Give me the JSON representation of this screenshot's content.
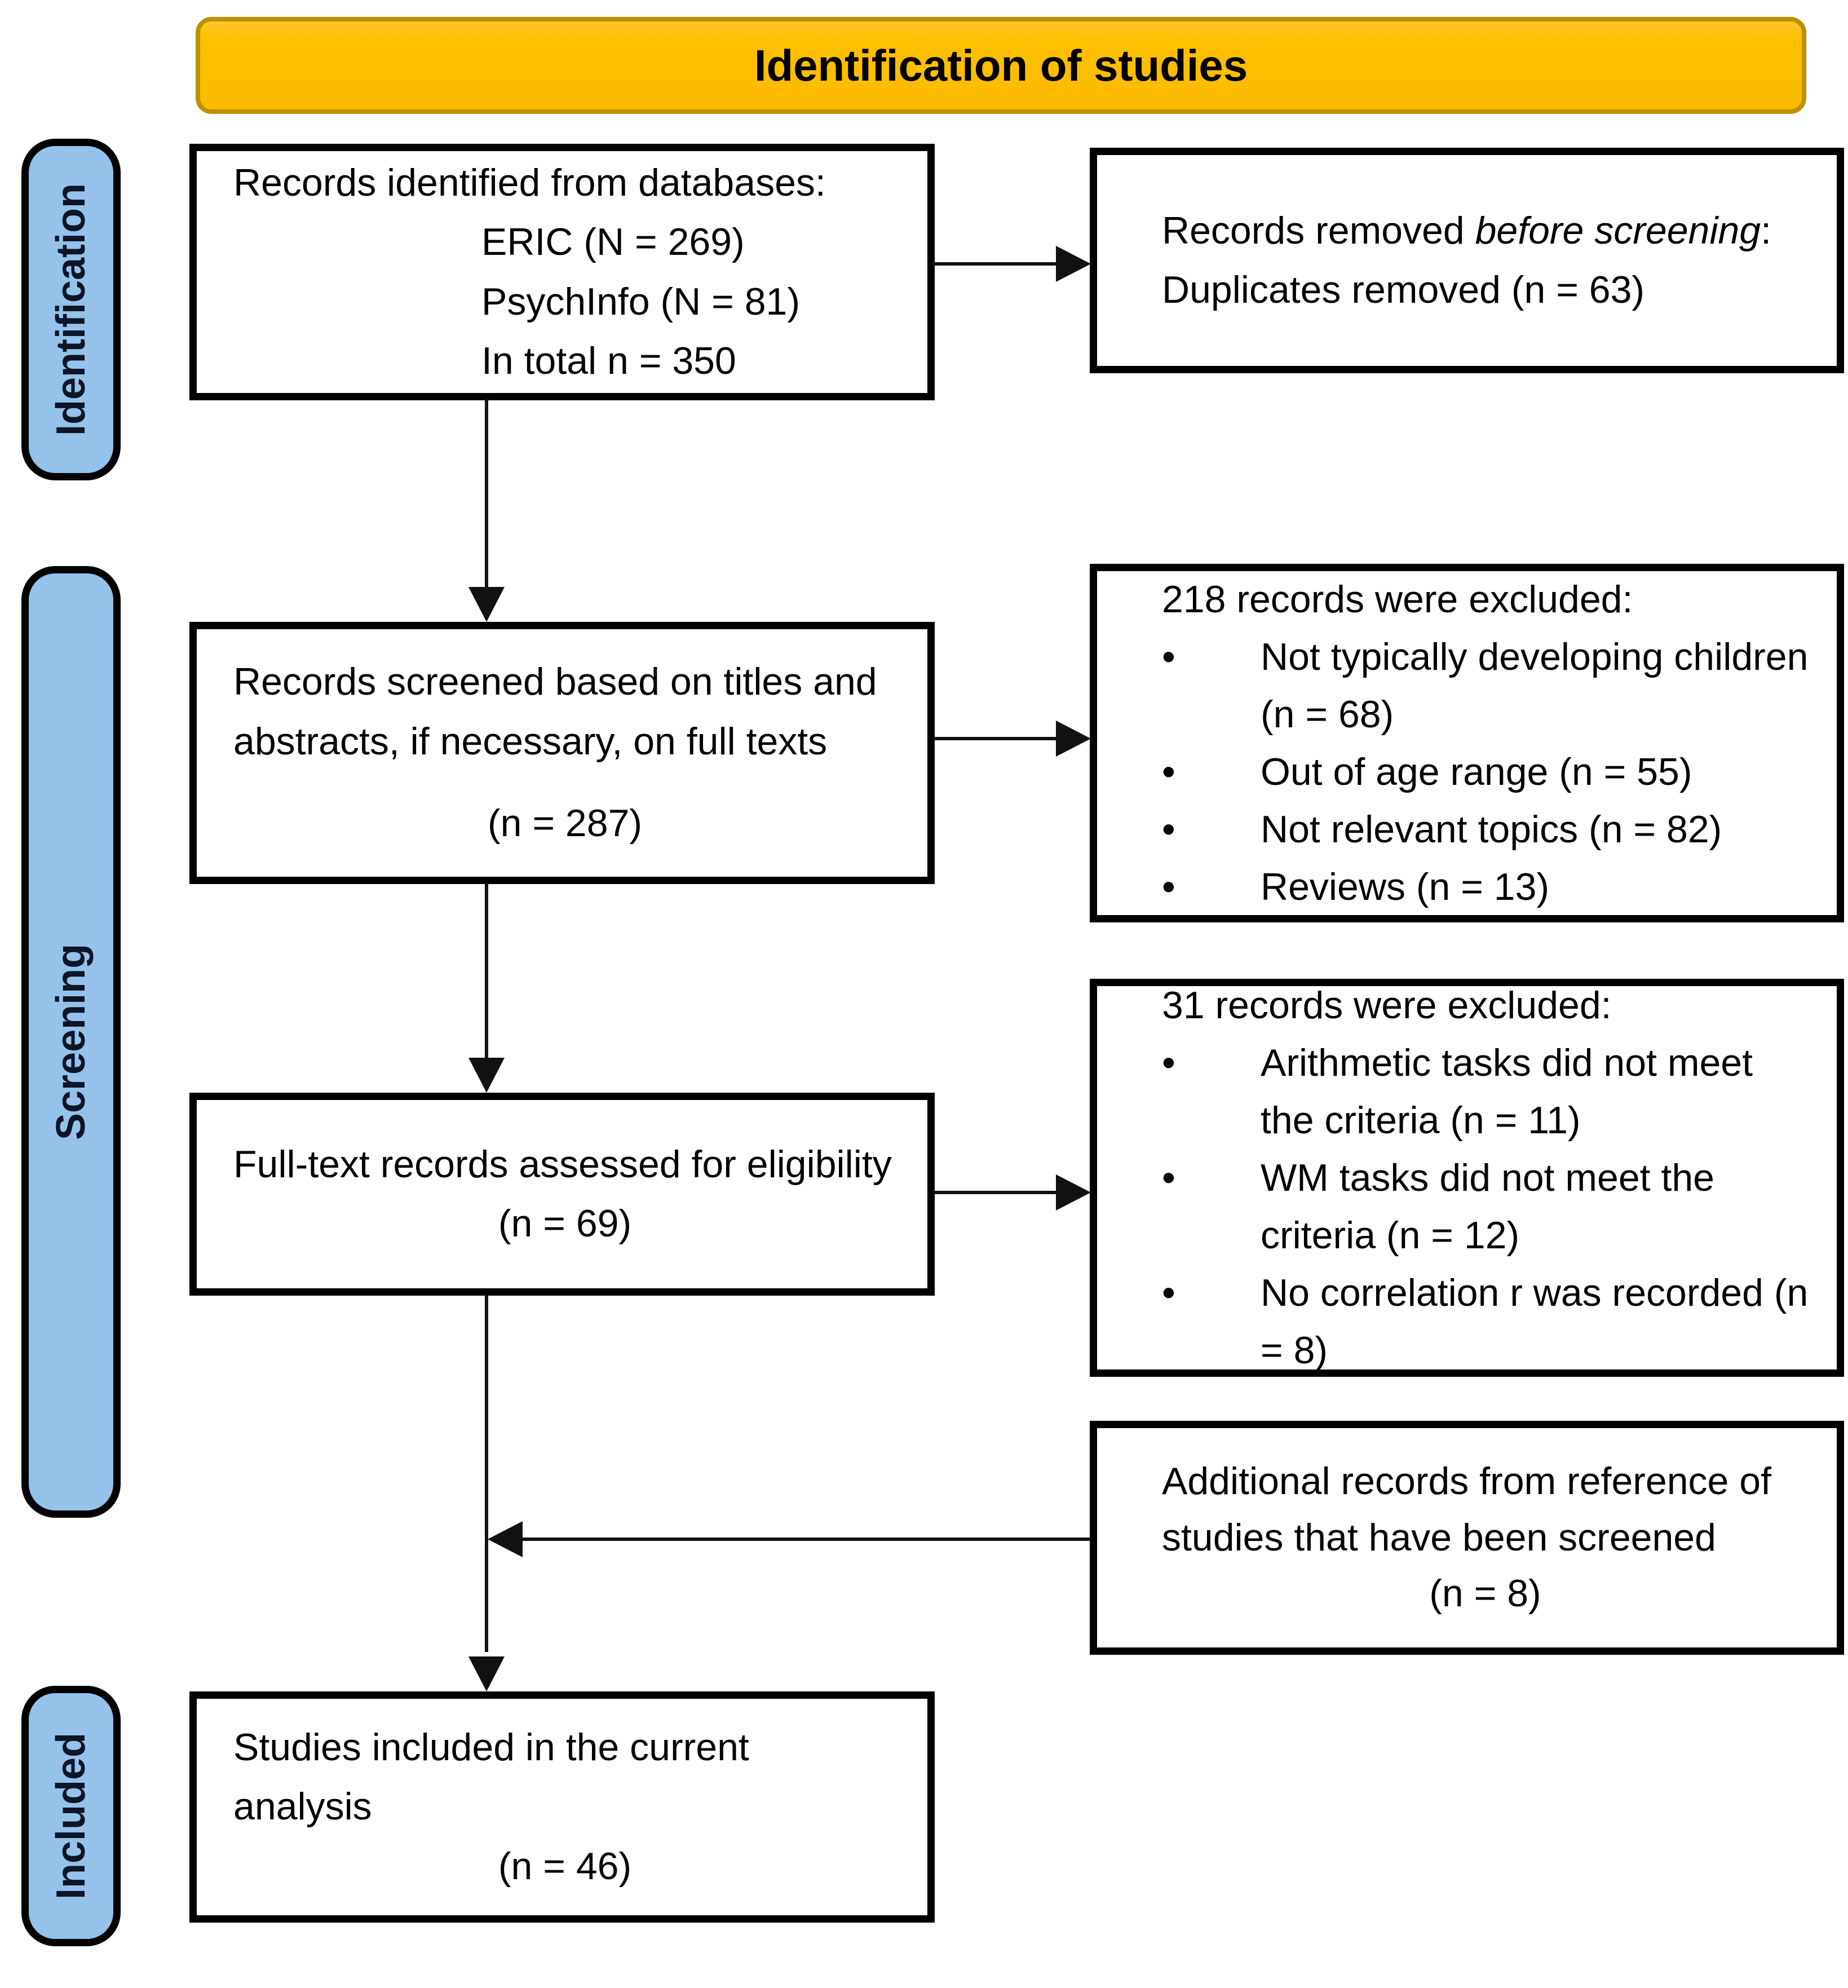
{
  "banner": {
    "label": "Identification of studies"
  },
  "stages": {
    "identification": "Identification",
    "screening": "Screening",
    "included": "Included"
  },
  "boxes": {
    "identified": {
      "intro": "Records identified from databases:",
      "items": [
        "ERIC (N = 269)",
        "PsychInfo (N = 81)",
        "In total n = 350"
      ]
    },
    "removed": {
      "pre": "Records removed ",
      "italic": "before screening",
      "post": ":",
      "detail": "Duplicates removed (n = 63)"
    },
    "screened": {
      "text": "Records screened based on titles and abstracts, if necessary, on full texts",
      "count": "(n = 287)"
    },
    "excluded_screening": {
      "heading": "218 records were excluded:",
      "bullets": [
        "Not typically developing children (n = 68)",
        "Out of age range (n = 55)",
        "Not relevant topics (n = 82)",
        "Reviews (n = 13)"
      ]
    },
    "fulltext": {
      "text": "Full-text records assessed for eligibility",
      "count": "(n = 69)"
    },
    "excluded_fulltext": {
      "heading": "31 records were excluded:",
      "bullets": [
        "Arithmetic tasks did not meet the criteria (n = 11)",
        "WM tasks did not meet the criteria (n = 12)",
        "No correlation r was recorded (n = 8)"
      ]
    },
    "additional": {
      "text": "Additional records from reference of studies that have been screened",
      "count": "(n = 8)"
    },
    "included": {
      "text": "Studies included in the current analysis",
      "count": "(n = 46)"
    }
  },
  "icons": {
    "bullet": "•"
  },
  "colors": {
    "banner_fill": "#FFC000",
    "banner_border": "#BE9000",
    "stage_fill": "#94C2EB",
    "stage_border": "#000000",
    "box_border": "#000000",
    "arrow": "#111111",
    "background": "#FFFFFF"
  }
}
